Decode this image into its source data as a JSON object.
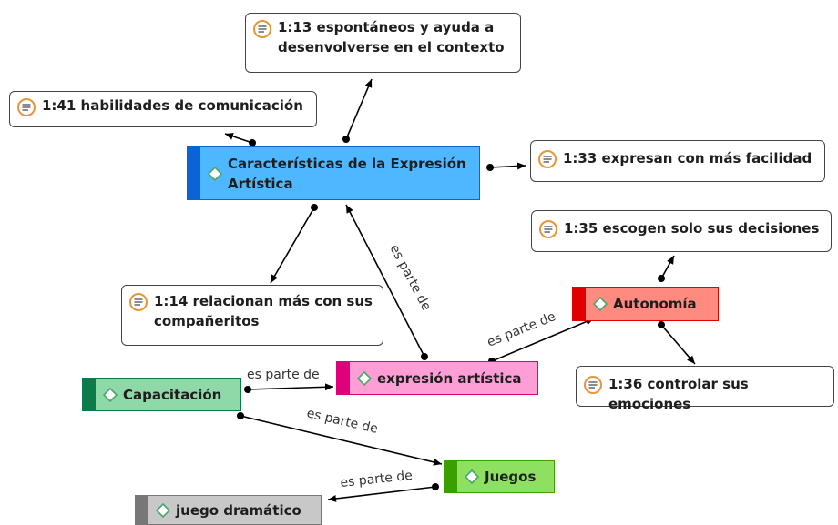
{
  "codes": {
    "caracteristicas": {
      "label": "Características de la Expresión\nArtística",
      "color": "#4db8ff",
      "stripe": "#0a64d8"
    },
    "expresion": {
      "label": "expresión artística",
      "color": "#ff9ed6",
      "stripe": "#e0007a"
    },
    "capacitacion": {
      "label": "Capacitación",
      "color": "#8fd9a8",
      "stripe": "#0c7a4a"
    },
    "autonomia": {
      "label": "Autonomía",
      "color": "#ff8a80",
      "stripe": "#e00000"
    },
    "juegos": {
      "label": "Juegos",
      "color": "#8ee060",
      "stripe": "#3aa000"
    },
    "juego_dramatico": {
      "label": "juego dramático",
      "color": "#c8c8c8",
      "stripe": "#777777"
    }
  },
  "quotations": {
    "q13": {
      "label": "1:13 espontáneos y ayuda a\ndesenvolverse en el contexto"
    },
    "q41": {
      "label": "1:41 habilidades de comunicación"
    },
    "q33": {
      "label": "1:33 expresan con más facilidad"
    },
    "q35": {
      "label": "1:35 escogen solo sus decisiones"
    },
    "q14": {
      "label": "1:14 relacionan más con sus\ncompañeritos"
    },
    "q36": {
      "label": "1:36 controlar sus emociones"
    }
  },
  "relations": {
    "r1": "es parte de",
    "r2": "es parte de",
    "r3": "es parte de",
    "r4": "es parte de",
    "r5": "es parte de"
  }
}
